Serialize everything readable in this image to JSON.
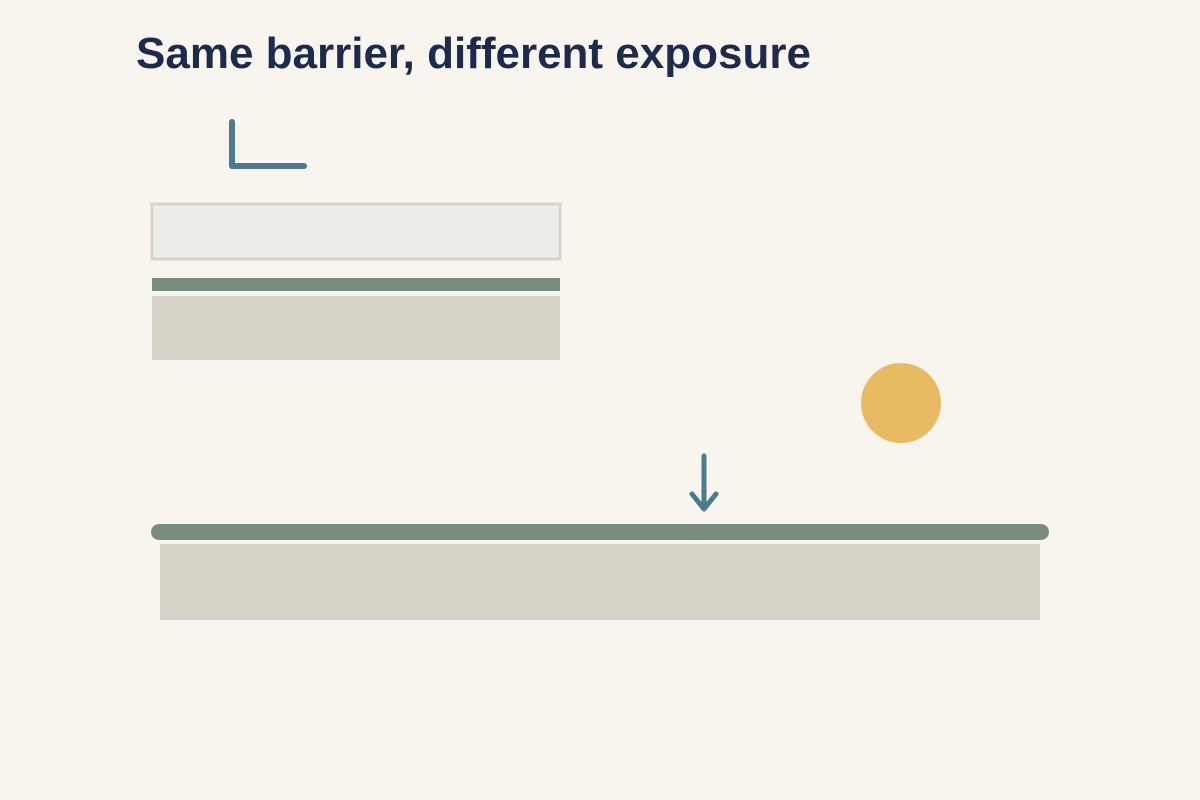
{
  "title": "Same barrier, different exposure",
  "colors": {
    "background": "#f8f4ee",
    "title": "#1c2b4b",
    "accent_blue": "#4a7c8f",
    "barrier_green": "#778e7e",
    "substrate_beige": "#d8d3c8",
    "panel_fill": "#edeee8",
    "panel_border": "#d8d3c8",
    "sun": "#e8bb62"
  },
  "scenes": {
    "indoor": {
      "icon": "corner-bracket-icon",
      "description_elements": [
        "panel",
        "barrier-layer",
        "substrate-block"
      ]
    },
    "outdoor": {
      "icon": "sun-icon",
      "arrow": "down-arrow-icon",
      "description_elements": [
        "barrier-layer",
        "substrate-block"
      ]
    }
  }
}
